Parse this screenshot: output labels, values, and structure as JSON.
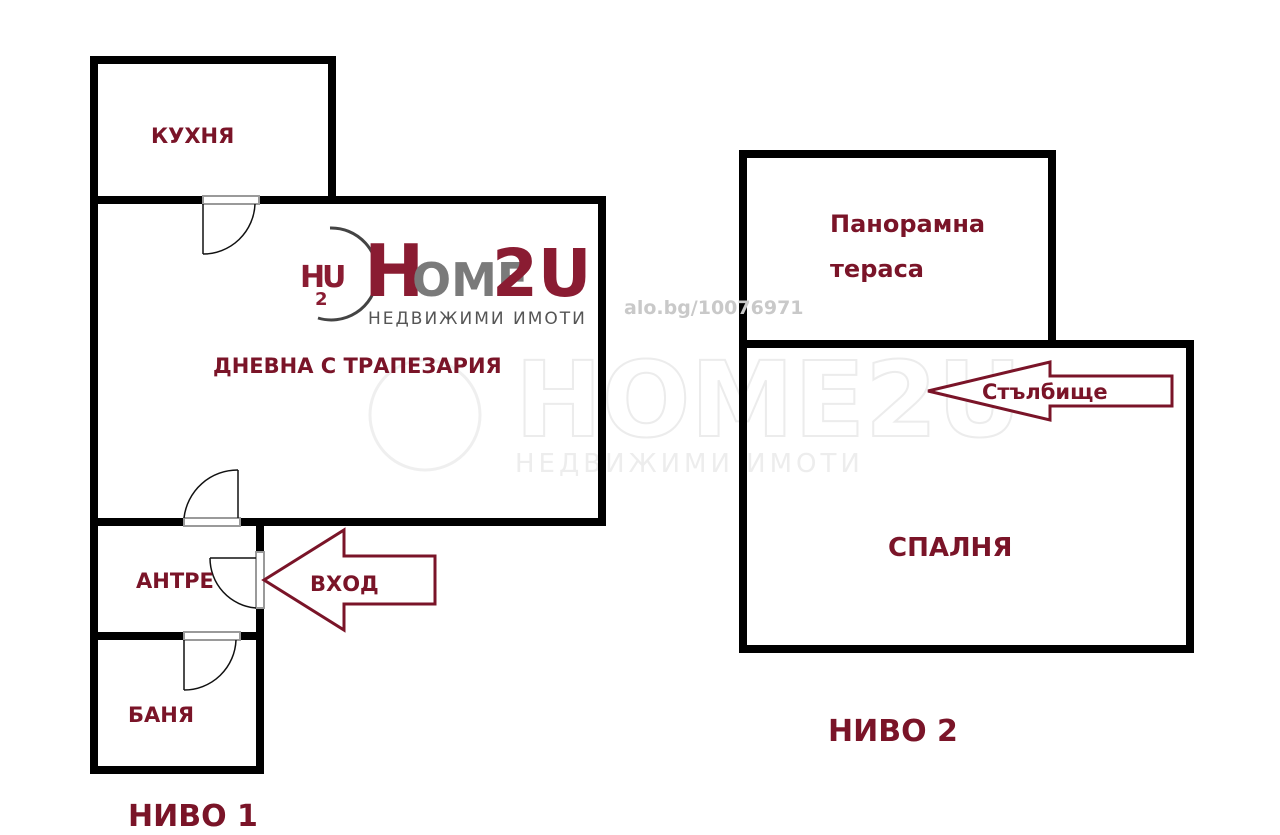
{
  "level1": {
    "title": "НИВО 1",
    "rooms": {
      "kitchen": "КУХНЯ",
      "living": "ДНЕВНА С ТРАПЕЗАРИЯ",
      "hall": "АНТРЕ",
      "bath": "БАНЯ"
    },
    "entrance": "ВХОД"
  },
  "level2": {
    "title": "НИВО 2",
    "rooms": {
      "terrace_line1": "Панорамна",
      "terrace_line2": "тераса",
      "bedroom": "СПАЛНЯ"
    },
    "staircase": "Стълбище"
  },
  "logo": {
    "brand_h": "H",
    "brand_ome": "OME",
    "brand_2u": "2U",
    "tagline": "НЕДВИЖИМИ ИМОТИ",
    "mark_h": "H",
    "mark_u": "U",
    "mark_2": "2"
  },
  "watermark": {
    "url": "alo.bg/10076971",
    "big": "HOME2U",
    "sub": "НЕДВИЖИМИ ИМОТИ"
  },
  "colors": {
    "label": "#7a1428",
    "wall": "#000000",
    "logo": "#8a1c32"
  }
}
